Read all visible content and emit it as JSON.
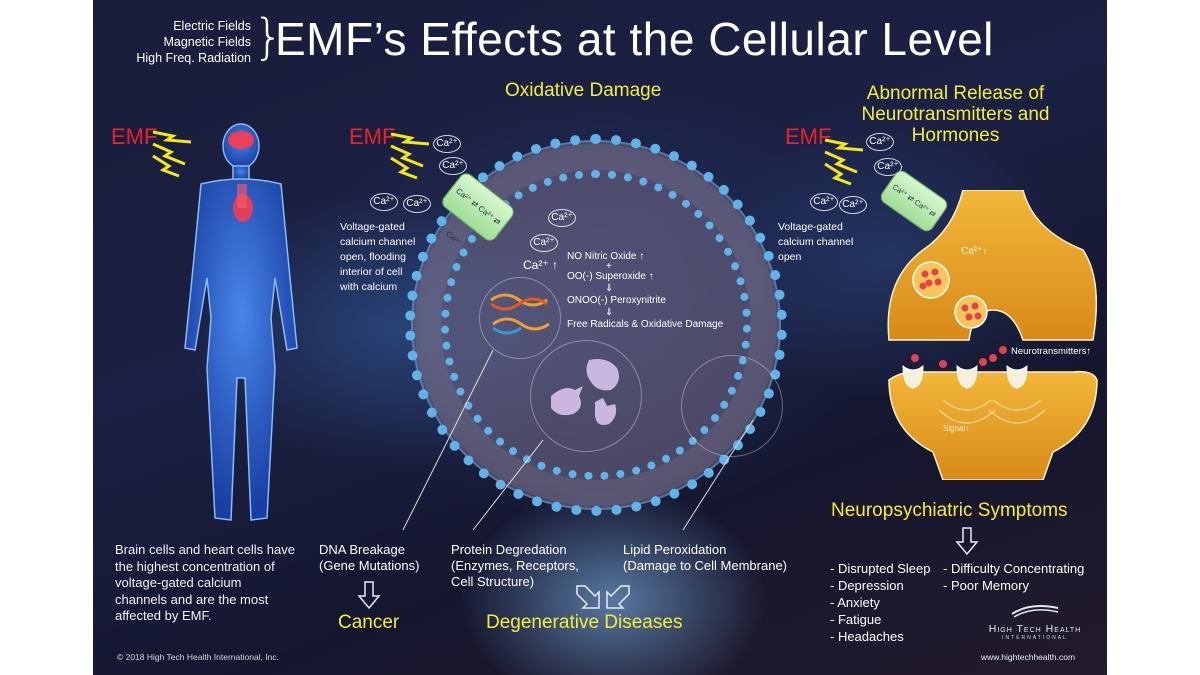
{
  "header": {
    "field_types": [
      "Electric Fields",
      "Magnetic Fields",
      "High Freq. Radiation"
    ],
    "brace": "}",
    "title": "EMF’s Effects at the Cellular Level"
  },
  "sections": {
    "oxidative_title": "Oxidative Damage",
    "abnormal_release_title_lines": [
      "Abnormal Release of",
      "Neurotransmitters and",
      "Hormones"
    ]
  },
  "emf_labels": [
    "EMF",
    "EMF",
    "EMF"
  ],
  "calcium": {
    "ion_label": "Ca²⁺",
    "channel_text": "Ca²⁺ ⇄ Ca²⁺ ⇄ Ca²⁺",
    "cell_caption_lines": [
      "Voltage-gated",
      "calcium channel",
      "open, flooding",
      "interior of cell",
      "with calcium"
    ],
    "neuron_caption_lines": [
      "Voltage-gated",
      "calcium channel",
      "open"
    ]
  },
  "chemistry": {
    "ca_up": "Ca²⁺ ↑",
    "nitric_oxide": "NO Nitric Oxide ↑",
    "plus": "+",
    "superoxide": "OO(-) Superoxide ↑",
    "down1": "⇓",
    "peroxynitrite": "ONOO(-) Peroxynitrite",
    "down2": "⇓",
    "free_radicals": "Free Radicals & Oxidative Damage"
  },
  "neuron": {
    "ca_up": "Ca²⁺↑",
    "neurotransmitters": "Neurotransmitters↑",
    "signal": "Signal↑"
  },
  "body_caption_lines": [
    "Brain cells and heart cells have",
    "the highest concentration of",
    "voltage-gated calcium",
    "channels and are the most",
    "affected by EMF."
  ],
  "damage_types": [
    {
      "lines": [
        "DNA Breakage",
        "(Gene Mutations)"
      ]
    },
    {
      "lines": [
        "Protein Degredation",
        "(Enzymes, Receptors,",
        "Cell Structure)"
      ]
    },
    {
      "lines": [
        "Lipid Peroxidation",
        "(Damage to Cell Membrane)"
      ]
    }
  ],
  "outcomes": {
    "cancer": "Cancer",
    "degenerative": "Degenerative Diseases",
    "neuro": "Neuropsychiatric Symptoms"
  },
  "symptoms": {
    "col1": [
      "- Disrupted Sleep",
      "- Depression",
      "- Anxiety",
      "- Fatigue",
      "- Headaches"
    ],
    "col2": [
      "- Difficulty Concentrating",
      "- Poor Memory"
    ]
  },
  "footer": {
    "copyright": "© 2018 High Tech Health International, Inc.",
    "logo_name": "High Tech Health",
    "logo_sub": "INTERNATIONAL",
    "url": "www.hightechhealth.com"
  },
  "colors": {
    "background": "#1b1f3f",
    "title_white": "#ffffff",
    "highlight_yellow": "#f3ee3c",
    "emf_red": "#e8232a",
    "membrane_blue": "#5fb3e8",
    "channel_green": "#b9eab0",
    "neuron_orange": "#e9a127"
  }
}
